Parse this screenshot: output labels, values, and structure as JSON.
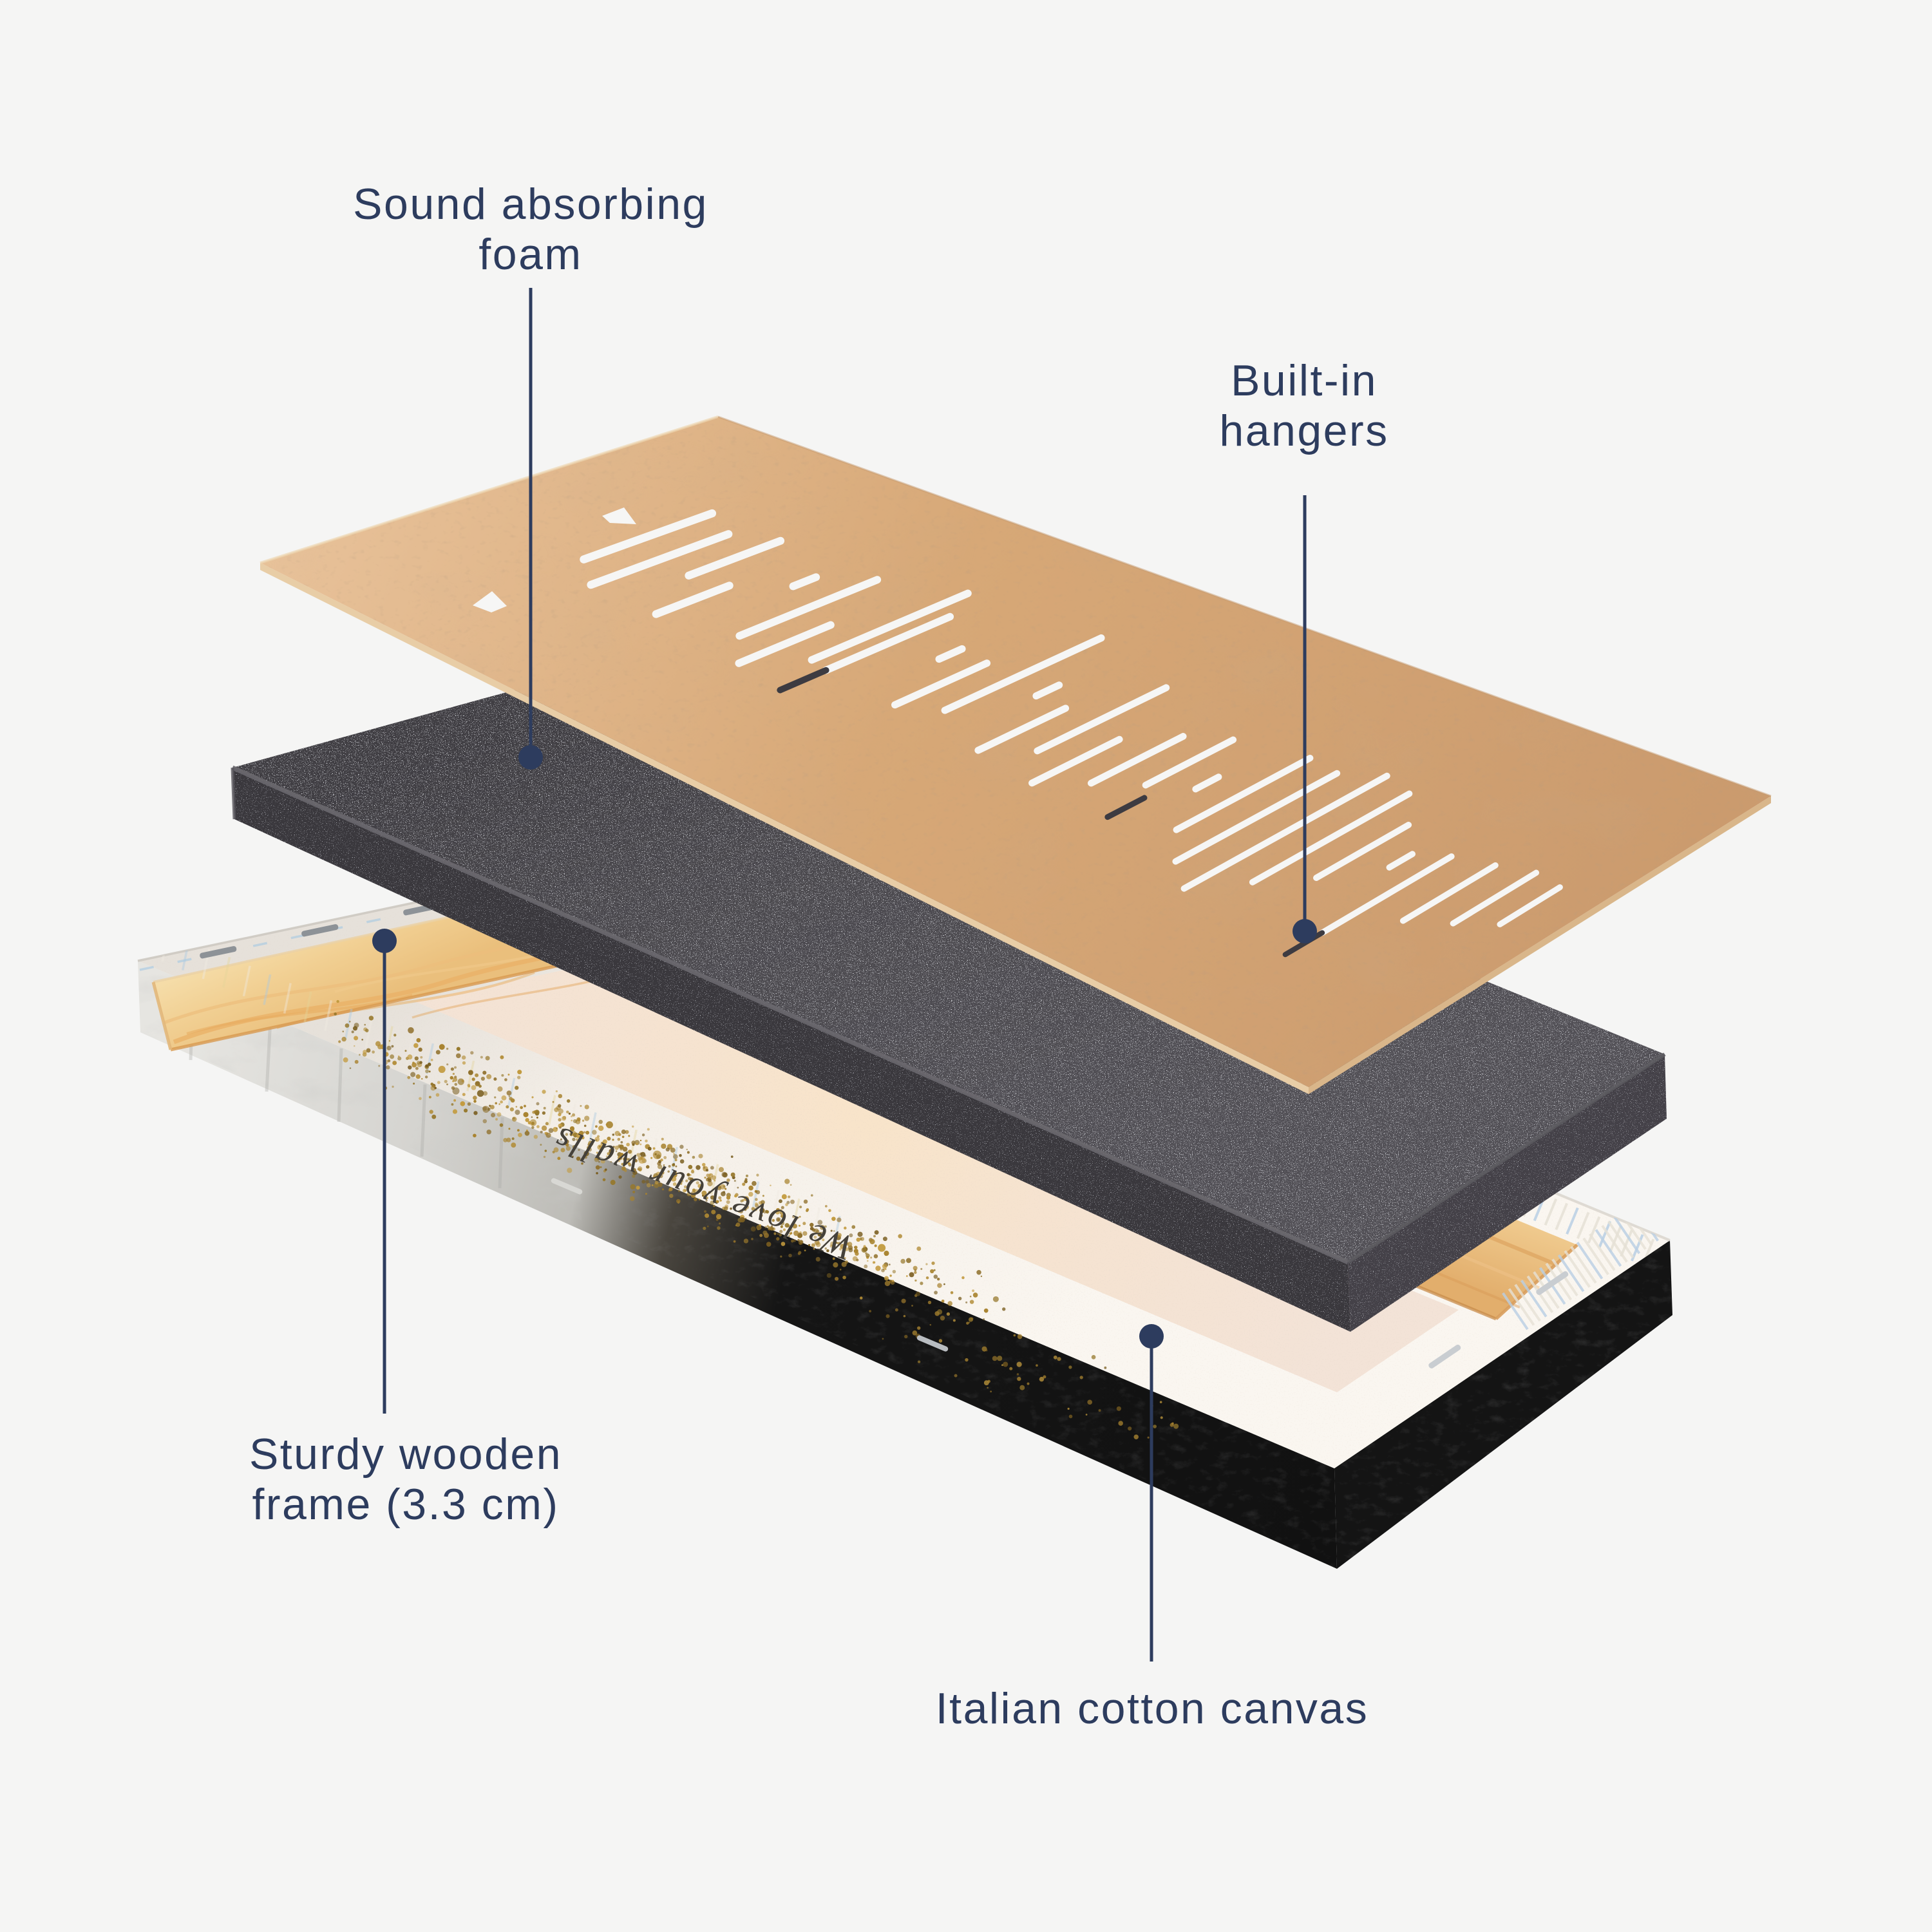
{
  "diagram": {
    "type": "exploded-product-layers",
    "product": "acoustic canvas wall panel",
    "layers": [
      "perforated hanger board",
      "sound absorbing foam",
      "canvas on wooden frame"
    ]
  },
  "labels": {
    "foam": {
      "lines": [
        "Sound absorbing",
        "foam"
      ],
      "points_to": "foam-layer"
    },
    "hangers": {
      "lines": [
        "Built-in",
        "hangers"
      ],
      "points_to": "hanger-slot"
    },
    "frame": {
      "lines": [
        "Sturdy wooden",
        "frame (3.3 cm)"
      ],
      "points_to": "wooden-frame"
    },
    "canvas": {
      "lines": [
        "Italian cotton canvas"
      ],
      "points_to": "canvas-layer"
    }
  },
  "canvas_back_text": "We love your walls",
  "colors": {
    "background": "#f5f5f4",
    "accent_navy": "#2d3c5e",
    "board_tan": "#d9ab7d",
    "board_edge": "#e7cda7",
    "foam_gray": "#46444a",
    "canvas_cream": "#f6f1ea",
    "canvas_pink": "#f4e4d5",
    "wood_pine": "#f0d29c",
    "side_black": "#141414",
    "gold_speckle": "#a8832f"
  },
  "soundwave": {
    "bars": [
      {
        "u": 0.125,
        "v0": 0.42,
        "v1": 0.7
      },
      {
        "u": 0.158,
        "v0": 0.36,
        "v1": 0.66
      },
      {
        "u": 0.19,
        "v0": 0.5,
        "v1": 0.7
      },
      {
        "u": 0.22,
        "v0": 0.36,
        "v1": 0.52
      },
      {
        "u": 0.25,
        "v0": 0.59,
        "v1": 0.64
      },
      {
        "u": 0.282,
        "v0": 0.4,
        "v1": 0.7
      },
      {
        "u": 0.312,
        "v0": 0.33,
        "v1": 0.53
      },
      {
        "u": 0.342,
        "v0": 0.42,
        "v1": 0.76
      },
      {
        "u": 0.36,
        "v0": 0.41,
        "v1": 0.68
      },
      {
        "u": 0.402,
        "v0": 0.56,
        "v1": 0.61
      },
      {
        "u": 0.43,
        "v0": 0.4,
        "v1": 0.6
      },
      {
        "u": 0.46,
        "v0": 0.44,
        "v1": 0.78
      },
      {
        "u": 0.49,
        "v0": 0.57,
        "v1": 0.62
      },
      {
        "u": 0.518,
        "v0": 0.38,
        "v1": 0.57
      },
      {
        "u": 0.548,
        "v0": 0.44,
        "v1": 0.72
      },
      {
        "u": 0.578,
        "v0": 0.36,
        "v1": 0.55
      },
      {
        "u": 0.608,
        "v0": 0.42,
        "v1": 0.62
      },
      {
        "u": 0.638,
        "v0": 0.47,
        "v1": 0.66
      },
      {
        "u": 0.668,
        "v0": 0.51,
        "v1": 0.56
      },
      {
        "u": 0.698,
        "v0": 0.4,
        "v1": 0.69
      },
      {
        "u": 0.728,
        "v0": 0.33,
        "v1": 0.68
      },
      {
        "u": 0.758,
        "v0": 0.28,
        "v1": 0.72
      },
      {
        "u": 0.788,
        "v0": 0.36,
        "v1": 0.7
      },
      {
        "u": 0.818,
        "v0": 0.43,
        "v1": 0.63
      },
      {
        "u": 0.848,
        "v0": 0.52,
        "v1": 0.57
      },
      {
        "u": 0.872,
        "v0": 0.32,
        "v1": 0.6
      },
      {
        "u": 0.905,
        "v0": 0.42,
        "v1": 0.62
      },
      {
        "u": 0.935,
        "v0": 0.46,
        "v1": 0.64
      },
      {
        "u": 0.962,
        "v0": 0.5,
        "v1": 0.63
      }
    ],
    "dark_bars": [
      {
        "u": 0.36,
        "v0": 0.31,
        "v1": 0.41
      },
      {
        "u": 0.65,
        "v0": 0.36,
        "v1": 0.44
      },
      {
        "u": 0.872,
        "v0": 0.24,
        "v1": 0.32
      }
    ],
    "triangle_cutouts": [
      [
        [
          935,
          801
        ],
        [
          969,
          788
        ],
        [
          988,
          814
        ],
        [
          947,
          812
        ]
      ],
      [
        [
          734,
          940
        ],
        [
          764,
          918
        ],
        [
          787,
          941
        ],
        [
          763,
          951
        ]
      ]
    ]
  }
}
